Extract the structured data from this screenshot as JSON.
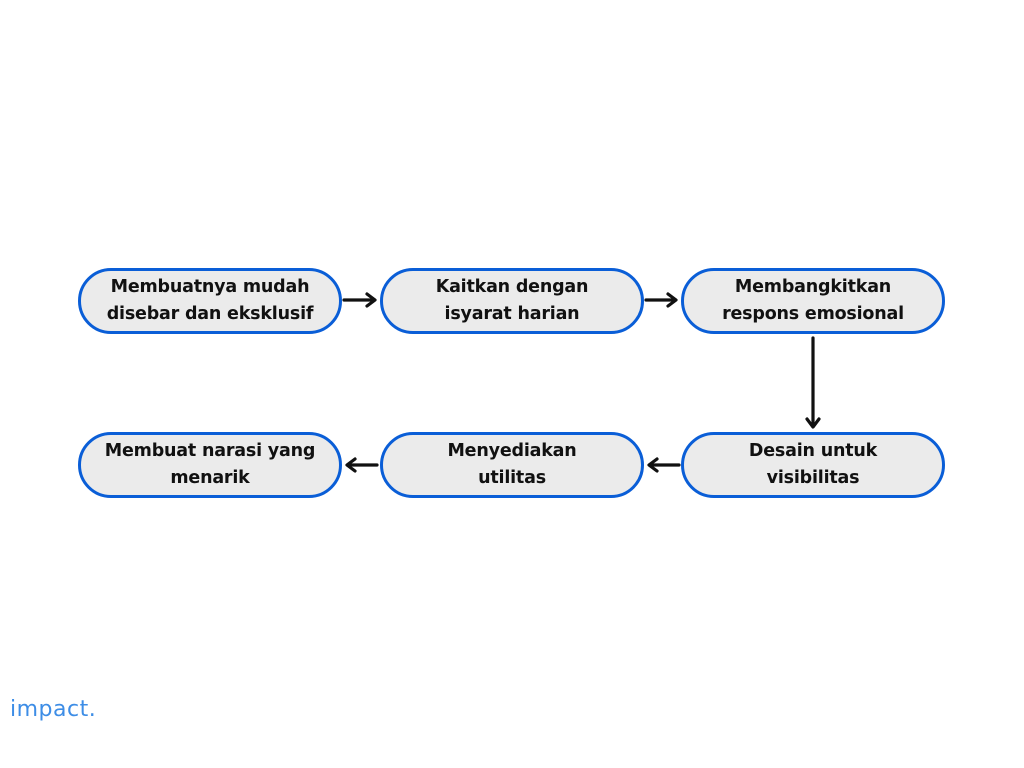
{
  "flow": {
    "steps": [
      {
        "label": "Membuatnya mudah\ndisebar dan eksklusif"
      },
      {
        "label": "Kaitkan dengan\nisyarat harian"
      },
      {
        "label": "Membangkitkan\nrespons emosional"
      },
      {
        "label": "Desain untuk\nvisibilitas"
      },
      {
        "label": "Menyediakan\nutilitas"
      },
      {
        "label": "Membuat narasi yang\nmenarik"
      }
    ],
    "connections": [
      {
        "from": 0,
        "to": 1
      },
      {
        "from": 1,
        "to": 2
      },
      {
        "from": 2,
        "to": 3
      },
      {
        "from": 3,
        "to": 4
      },
      {
        "from": 4,
        "to": 5
      }
    ]
  },
  "colors": {
    "node_border": "#0a5ed7",
    "node_fill": "#ebebeb",
    "arrow": "#111111",
    "brand": "#3d8de6"
  },
  "brand": {
    "text": "impact."
  }
}
